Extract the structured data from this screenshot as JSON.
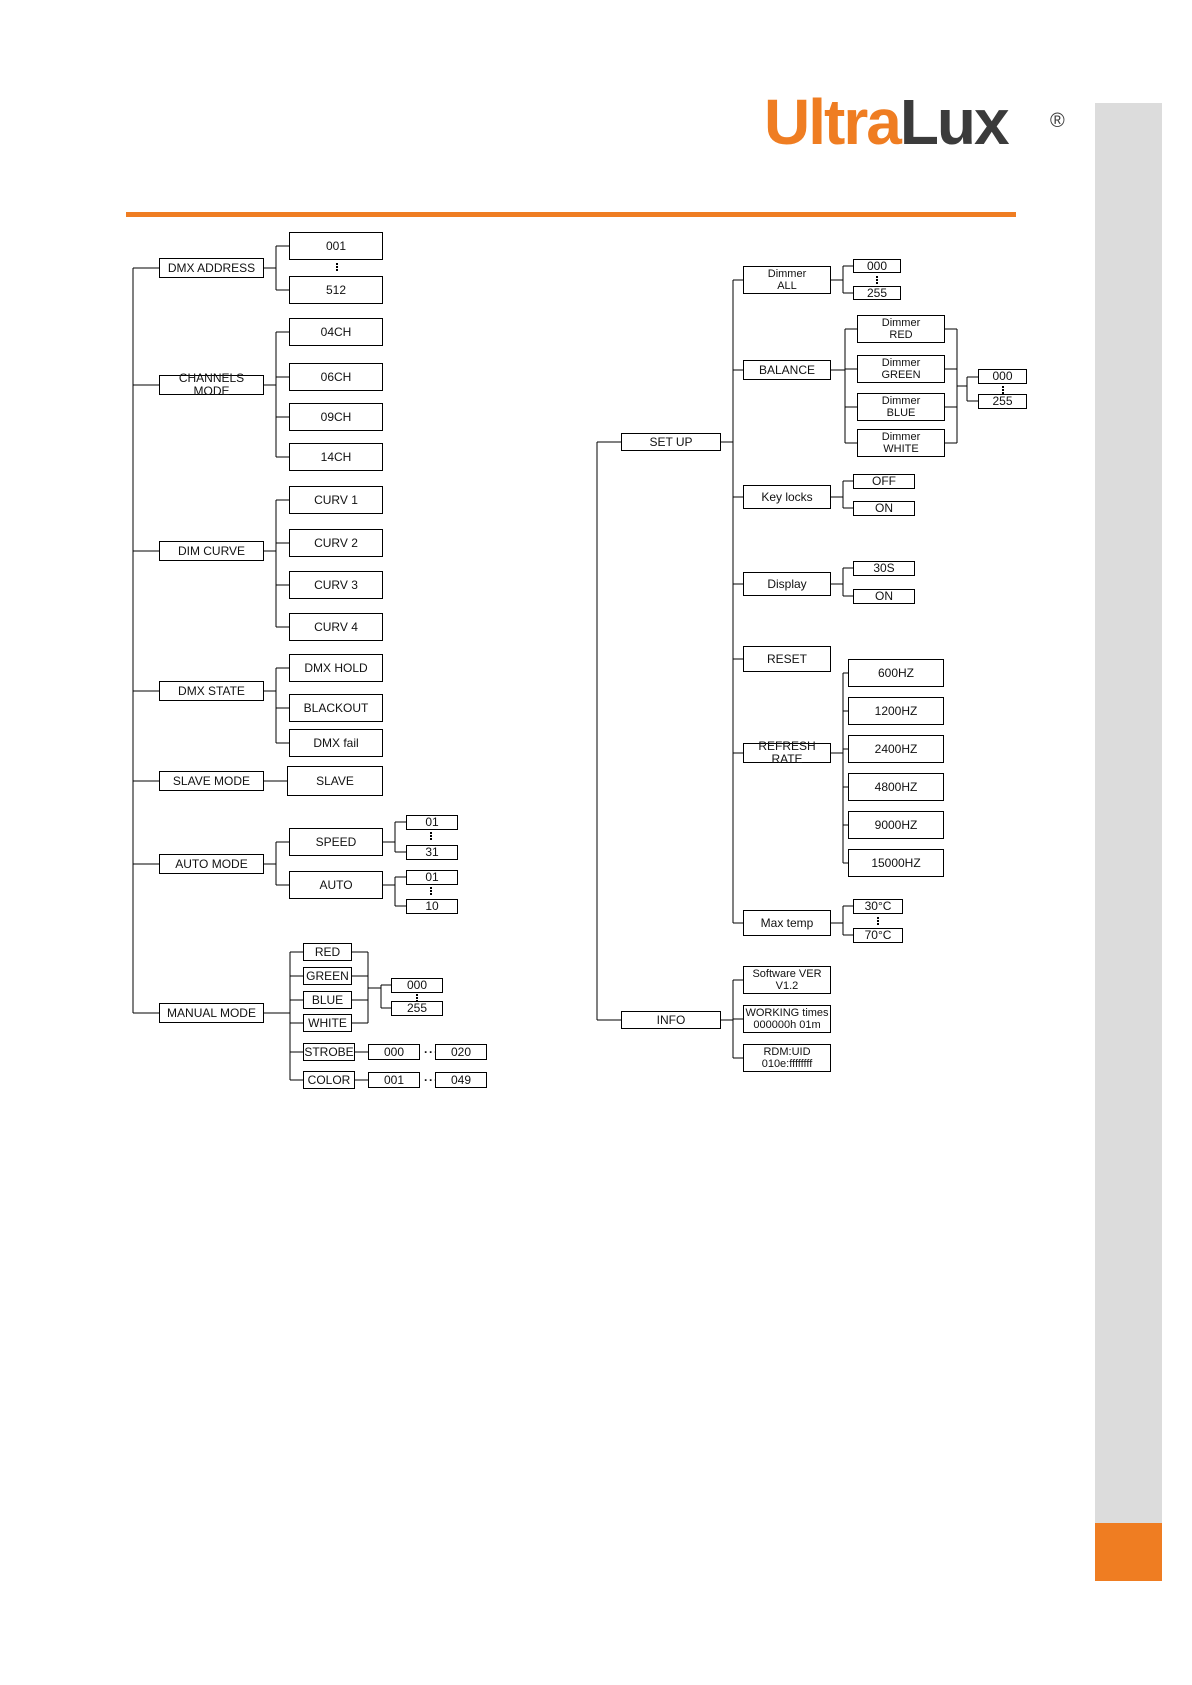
{
  "brand": {
    "name_part1": "Ultra",
    "name_part2": "Lux",
    "registered": "®",
    "accent": "#ef7d22",
    "dark": "#3b3b3b"
  },
  "menu_left": {
    "dmx_address": {
      "label": "DMX ADDRESS",
      "min": "001",
      "max": "512"
    },
    "channels_mode": {
      "label": "CHANNELS MODE",
      "options": [
        "04CH",
        "06CH",
        "09CH",
        "14CH"
      ]
    },
    "dim_curve": {
      "label": "DIM CURVE",
      "options": [
        "CURV 1",
        "CURV 2",
        "CURV 3",
        "CURV 4"
      ]
    },
    "dmx_state": {
      "label": "DMX STATE",
      "options": [
        "DMX HOLD",
        "BLACKOUT",
        "DMX fail"
      ]
    },
    "slave_mode": {
      "label": "SLAVE MODE",
      "option": "SLAVE"
    },
    "auto_mode": {
      "label": "AUTO MODE",
      "speed": {
        "label": "SPEED",
        "min": "01",
        "max": "31"
      },
      "auto": {
        "label": "AUTO",
        "min": "01",
        "max": "10"
      }
    },
    "manual_mode": {
      "label": "MANUAL MODE",
      "colors": [
        "RED",
        "GREEN",
        "BLUE",
        "WHITE"
      ],
      "color_range": {
        "min": "000",
        "max": "255"
      },
      "strobe": {
        "label": "STROBE",
        "min": "000",
        "max": "020"
      },
      "color": {
        "label": "COLOR",
        "min": "001",
        "max": "049"
      }
    }
  },
  "menu_right": {
    "set_up": {
      "label": "SET UP",
      "dimmer_all": {
        "label": "Dimmer\nALL",
        "min": "000",
        "max": "255"
      },
      "balance": {
        "label": "BALANCE",
        "options": [
          "Dimmer\nRED",
          "Dimmer\nGREEN",
          "Dimmer\nBLUE",
          "Dimmer\nWHITE"
        ],
        "min": "000",
        "max": "255"
      },
      "key_locks": {
        "label": "Key locks",
        "options": [
          "OFF",
          "ON"
        ]
      },
      "display": {
        "label": "Display",
        "options": [
          "30S",
          "ON"
        ]
      },
      "reset": {
        "label": "RESET"
      },
      "refresh_rate": {
        "label": "REFRESH RATE",
        "options": [
          "600HZ",
          "1200HZ",
          "2400HZ",
          "4800HZ",
          "9000HZ",
          "15000HZ"
        ]
      },
      "max_temp": {
        "label": "Max temp",
        "min": "30°C",
        "max": "70°C"
      }
    },
    "info": {
      "label": "INFO",
      "items": [
        "Software VER\nV1.2",
        "WORKING times\n000000h 01m",
        "RDM:UID\n010e:ffffffff"
      ]
    }
  },
  "ellipsis": "···"
}
